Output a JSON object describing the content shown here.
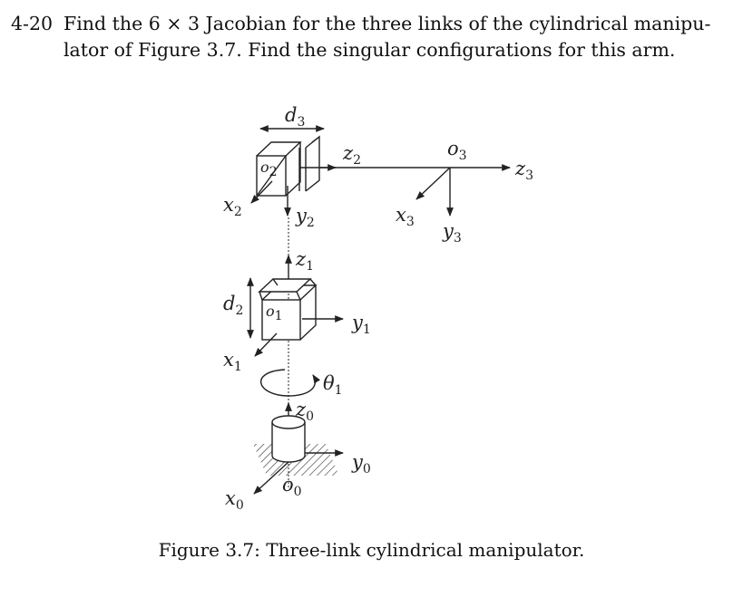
{
  "problem": {
    "number": "4-20",
    "line1": "Find the 6 × 3 Jacobian for the three links of the cylindrical manipu-",
    "line2": "lator of Figure 3.7. Find the singular configurations for this arm."
  },
  "figure": {
    "caption": "Figure 3.7: Three-link cylindrical manipulator.",
    "labels": {
      "d3": {
        "main": "d",
        "sub": "3"
      },
      "o2": {
        "main": "o",
        "sub": "2"
      },
      "z2": {
        "main": "z",
        "sub": "2"
      },
      "o3": {
        "main": "o",
        "sub": "3"
      },
      "z3": {
        "main": "z",
        "sub": "3"
      },
      "x2": {
        "main": "x",
        "sub": "2"
      },
      "y2": {
        "main": "y",
        "sub": "2"
      },
      "x3": {
        "main": "x",
        "sub": "3"
      },
      "y3": {
        "main": "y",
        "sub": "3"
      },
      "z1": {
        "main": "z",
        "sub": "1"
      },
      "d2": {
        "main": "d",
        "sub": "2"
      },
      "o1": {
        "main": "o",
        "sub": "1"
      },
      "y1": {
        "main": "y",
        "sub": "1"
      },
      "x1": {
        "main": "x",
        "sub": "1"
      },
      "theta1": {
        "main": "θ",
        "sub": "1"
      },
      "z0": {
        "main": "z",
        "sub": "0"
      },
      "y0": {
        "main": "y",
        "sub": "0"
      },
      "x0": {
        "main": "x",
        "sub": "0"
      },
      "o0": {
        "main": "o",
        "sub": "0"
      }
    }
  }
}
